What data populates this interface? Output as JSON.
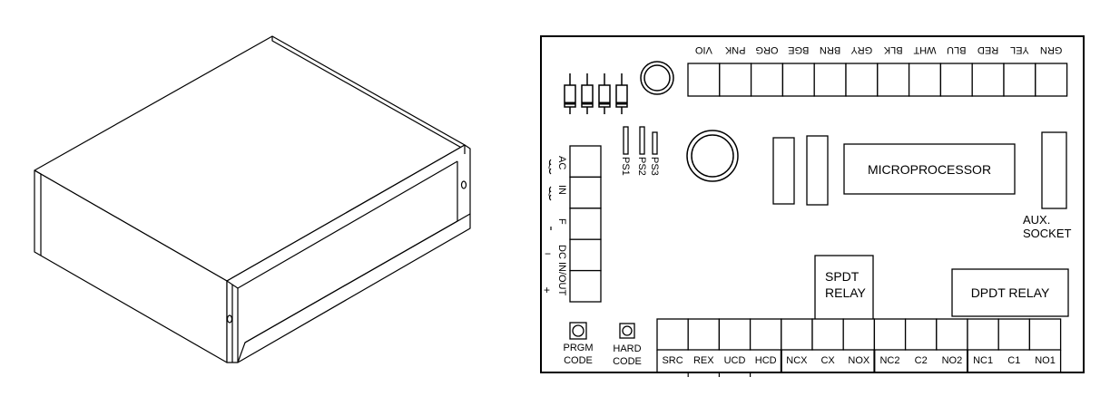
{
  "board": {
    "top_terminals": [
      "VIO",
      "PNK",
      "ORG",
      "BGE",
      "BRN",
      "GRY",
      "BLK",
      "WHT",
      "BLU",
      "RED",
      "YEL",
      "GRN"
    ],
    "jumpers": [
      "PS1",
      "PS2",
      "PS3"
    ],
    "left_terminals": [
      "AC",
      "IN",
      "F",
      "DC IN/OUT"
    ],
    "left_marks": [
      "~",
      "~",
      "−",
      "+"
    ],
    "microprocessor": "MICROPROCESSOR",
    "aux_socket": [
      "AUX.",
      "SOCKET"
    ],
    "spdt_relay": [
      "SPDT",
      "RELAY"
    ],
    "dpdt_relay": "DPDT RELAY",
    "prgm_code": [
      "PRGM",
      "CODE"
    ],
    "hard_code": [
      "HARD",
      "CODE"
    ],
    "bottom_terminals": [
      "SRC",
      "REX",
      "UCD",
      "HCD",
      "NCX",
      "CX",
      "NOX",
      "NC2",
      "C2",
      "NO2",
      "NC1",
      "C1",
      "NO1"
    ]
  }
}
